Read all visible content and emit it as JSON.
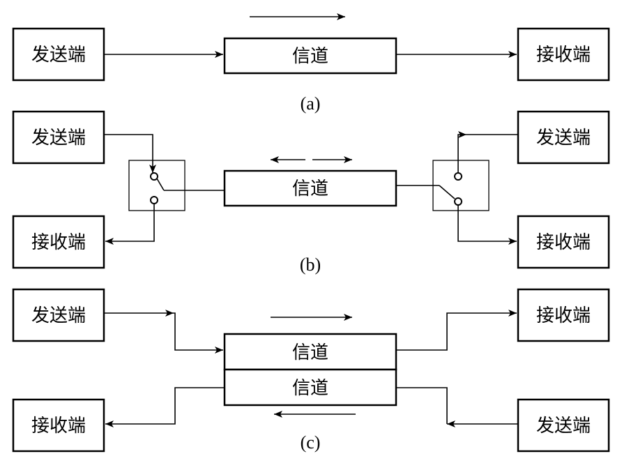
{
  "labels": {
    "sender": "发送端",
    "receiver": "接收端",
    "channel": "信道"
  },
  "captions": {
    "a": "(a)",
    "b": "(b)",
    "c": "(c)"
  }
}
